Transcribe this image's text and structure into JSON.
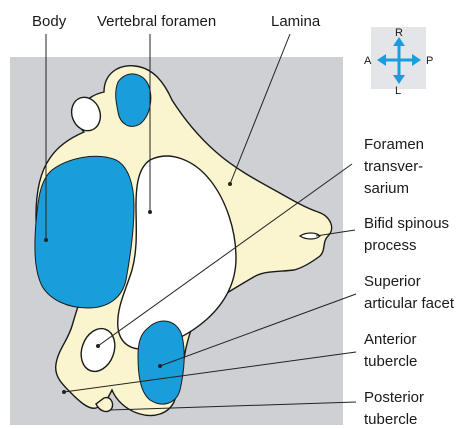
{
  "colors": {
    "background_panel": "#cfd0d4",
    "bone": "#faf5cf",
    "cartilage_blue": "#1a9ddb",
    "compass_panel": "#e4e5e8",
    "compass_arrow": "#1a9ddb"
  },
  "labels": {
    "body": "Body",
    "vertebral_foramen": "Vertebral foramen",
    "lamina": "Lamina",
    "foramen_transversarium": [
      "Foramen",
      "transver-",
      "sarium"
    ],
    "bifid_spinous_process": [
      "Bifid spinous",
      "process"
    ],
    "superior_articular_facet": [
      "Superior",
      "articular facet"
    ],
    "anterior_tubercle": [
      "Anterior",
      "tubercle"
    ],
    "posterior_tubercle": [
      "Posterior",
      "tubercle"
    ]
  },
  "compass": {
    "top": "R",
    "bottom": "L",
    "left": "A",
    "right": "P",
    "icon": "four-way-arrow-icon"
  }
}
